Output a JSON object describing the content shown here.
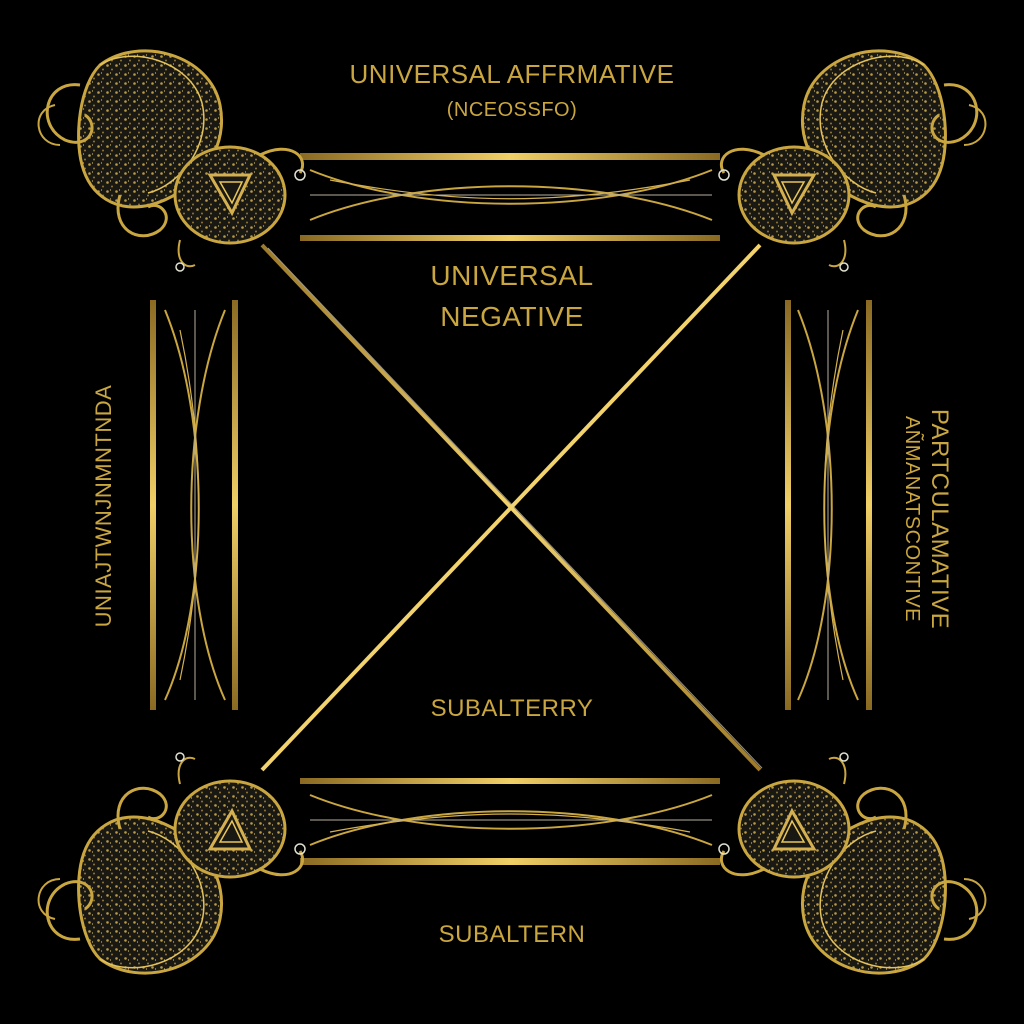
{
  "labels": {
    "top": "UNIVERSAL AFFRMATIVE",
    "top_sub": "(NCEOSSFO)",
    "center_line1": "UNIVERSAL",
    "center_line2": "NEGATIVE",
    "left": "UNIAJTWNJNMNTNDA",
    "right_1": "PARTCULAMATIVE",
    "right_2": "AÑMANATSCONTIVE",
    "subalterry": "SUBALTERRY",
    "subaltern": "SUBALTERN"
  },
  "colors": {
    "background": "#000000",
    "gold": "#c9a640",
    "gold_light": "#e8c55a",
    "gold_dark": "#7a5a1a",
    "ornament_fill": "#1c1a14",
    "ornament_dots": "#b89a48",
    "silver_thread": "#b8b0a0"
  },
  "ornaments": [
    "top-left-paisley-ornament",
    "top-right-paisley-ornament",
    "bottom-left-paisley-ornament",
    "bottom-right-paisley-ornament"
  ]
}
